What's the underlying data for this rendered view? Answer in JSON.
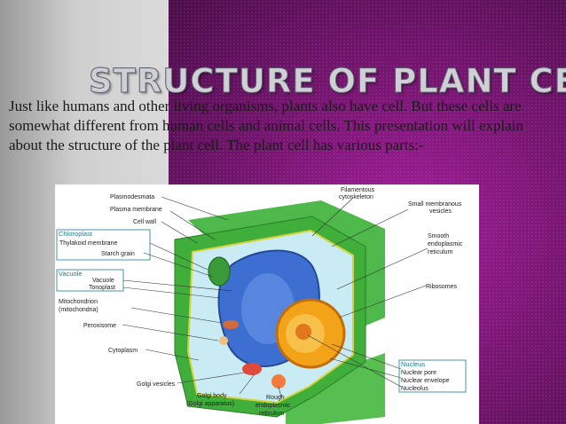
{
  "slide": {
    "title": "STRUCTURE OF PLANT CELL",
    "intro": "Just like humans and other living organisms, plants also have cell. But these cells are somewhat different from human cells and animal cells. This presentation will explain about the structure of the plant cell. The plant cell has various parts:-"
  },
  "colors": {
    "left_panel": "#cfcfcf",
    "right_panel": "#7a1674",
    "title_fill": "#cfd0d6",
    "label_group": "#1b7a8c",
    "cell_wall": "#3fae3a",
    "cytoplasm": "#c9ecf4",
    "vacuole": "#3c6fd0",
    "nucleus": "#f2a317"
  },
  "figure": {
    "left_labels": {
      "plasmodesmata": "Plasmodesmata",
      "plasma_membrane": "Plasma membrane",
      "cell_wall": "Cell wall",
      "chloroplast_group": "Chloroplast",
      "thylakoid_membrane": "Thylakoid membrane",
      "starch_grain": "Starch grain",
      "vacuole_group": "Vacuole",
      "vacuole": "Vacuole",
      "tonoplast": "Tonoplast",
      "mitochondrion": "Mitochondrion",
      "mitochondria": "(mitochondria)",
      "peroxisome": "Peroxisome",
      "cytoplasm": "Cytoplasm",
      "golgi_vesicles": "Golgi vesicles"
    },
    "right_labels": {
      "filamentous": "Filamentous",
      "cytoskeleton": "cytoskeleton",
      "small_membranous": "Small membranous",
      "vesicles": "vesicles",
      "smooth": "Smooth",
      "endoplasmic": "endoplasmic",
      "reticulum": "reticulum",
      "ribosomes": "Ribosomes",
      "nucleus_group": "Nucleus",
      "nuclear_pore": "Nuclear pore",
      "nuclear_envelope": "Nuclear envelope",
      "nucleolus": "Nucleolus"
    },
    "bottom_labels": {
      "golgi_body": "Golgi body",
      "golgi_apparatus": "(Golgi apparatus)",
      "rough": "Rough",
      "rough_er": "endoplasmic",
      "rough_ret": "reticulum"
    }
  }
}
